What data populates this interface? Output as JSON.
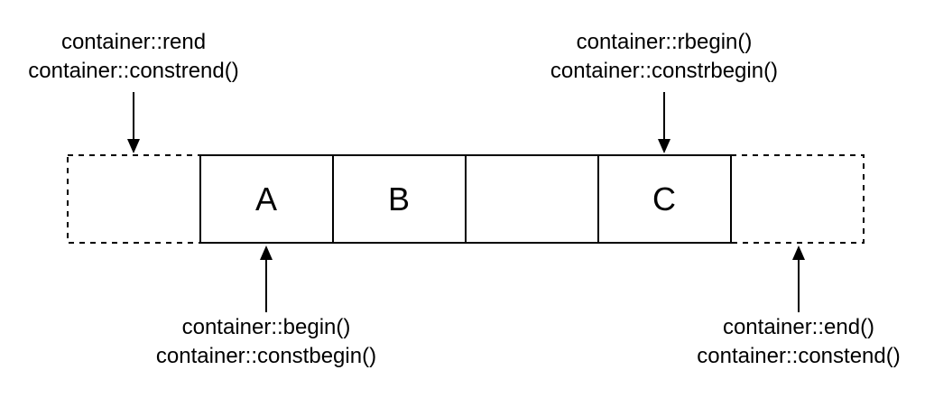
{
  "labels": {
    "rend": [
      "container::rend",
      "container::constrend()"
    ],
    "rbegin": [
      "container::rbegin()",
      "container::constrbegin()"
    ],
    "begin": [
      "container::begin()",
      "container::constbegin()"
    ],
    "end": [
      "container::end()",
      "container::constend()"
    ]
  },
  "cells": [
    "A",
    "B",
    "",
    "C"
  ]
}
